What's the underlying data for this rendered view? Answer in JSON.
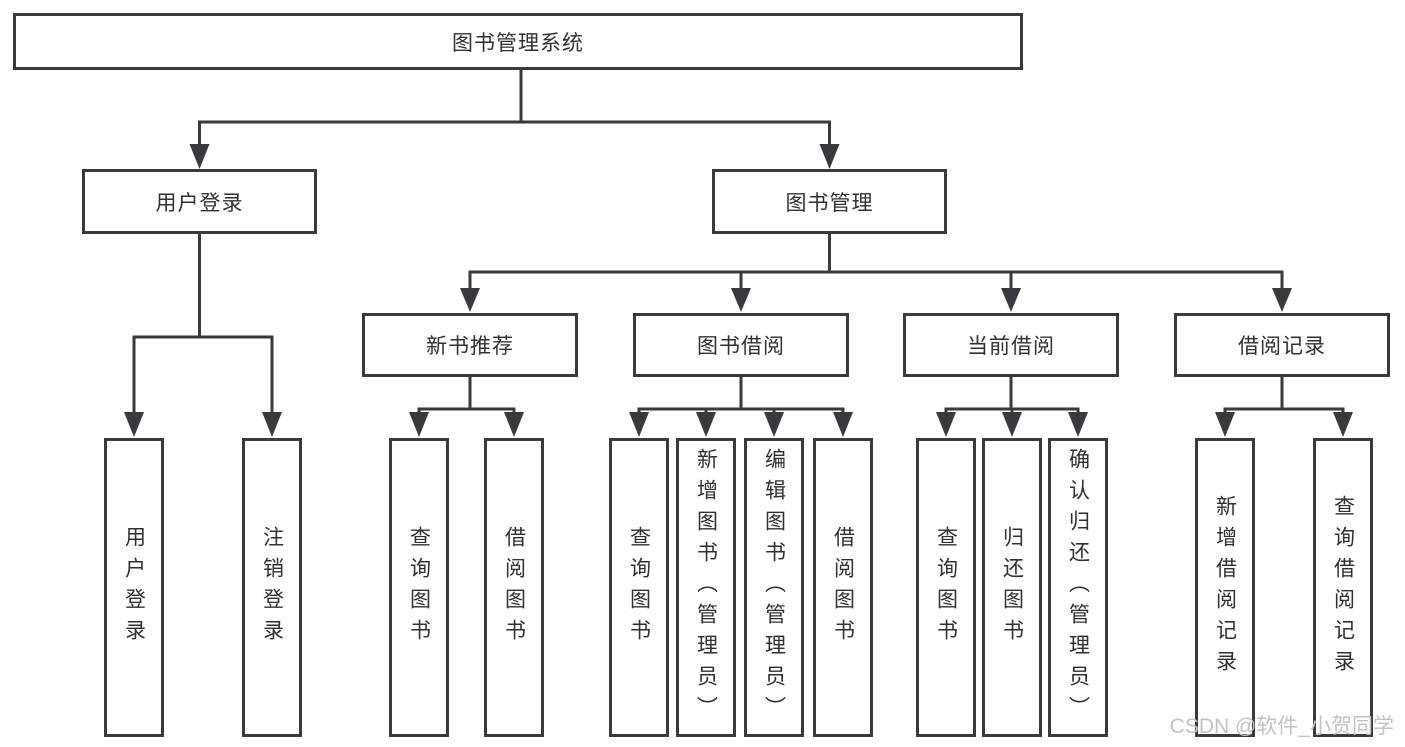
{
  "diagram": {
    "root": {
      "label": "图书管理系统"
    },
    "level2": {
      "user_login": {
        "label": "用户登录"
      },
      "book_mgmt": {
        "label": "图书管理"
      }
    },
    "level3": {
      "new_book_rec": {
        "label": "新书推荐"
      },
      "book_borrow": {
        "label": "图书借阅"
      },
      "current_borrow": {
        "label": "当前借阅"
      },
      "borrow_records": {
        "label": "借阅记录"
      }
    },
    "leaves": {
      "login": {
        "label": "用户登录"
      },
      "logout": {
        "label": "注销登录"
      },
      "rec_query_books": {
        "label": "查询图书"
      },
      "rec_borrow_books": {
        "label": "借阅图书"
      },
      "bb_query_books": {
        "label": "查询图书"
      },
      "bb_add_books": {
        "label": "新增图书（管理员）"
      },
      "bb_edit_books": {
        "label": "编辑图书（管理员）"
      },
      "bb_borrow_books": {
        "label": "借阅图书"
      },
      "cb_query_books": {
        "label": "查询图书"
      },
      "cb_return_books": {
        "label": "归还图书"
      },
      "cb_confirm_return": {
        "label": "确认归还（管理员）"
      },
      "br_add_record": {
        "label": "新增借阅记录"
      },
      "br_query_record": {
        "label": "查询借阅记录"
      }
    }
  },
  "watermark": {
    "text": "CSDN @软件_小贺同学"
  },
  "colors": {
    "line": "#3a3a3e",
    "box_fill": "#ffffff",
    "text": "#303030",
    "watermark": "#c2c2c2",
    "background": "#ffffff"
  }
}
